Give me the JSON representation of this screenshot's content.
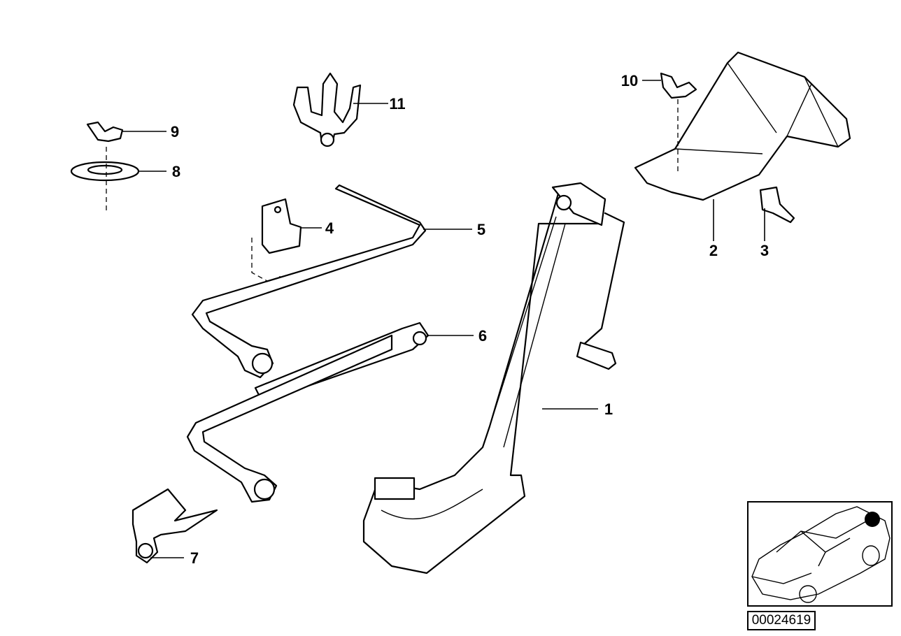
{
  "diagram": {
    "callouts": [
      "1",
      "2",
      "3",
      "4",
      "5",
      "6",
      "7",
      "8",
      "9",
      "10",
      "11"
    ],
    "reference_number": "00024619",
    "colors": {
      "line": "#000000",
      "background": "#ffffff",
      "location_marker": "#000000"
    }
  }
}
